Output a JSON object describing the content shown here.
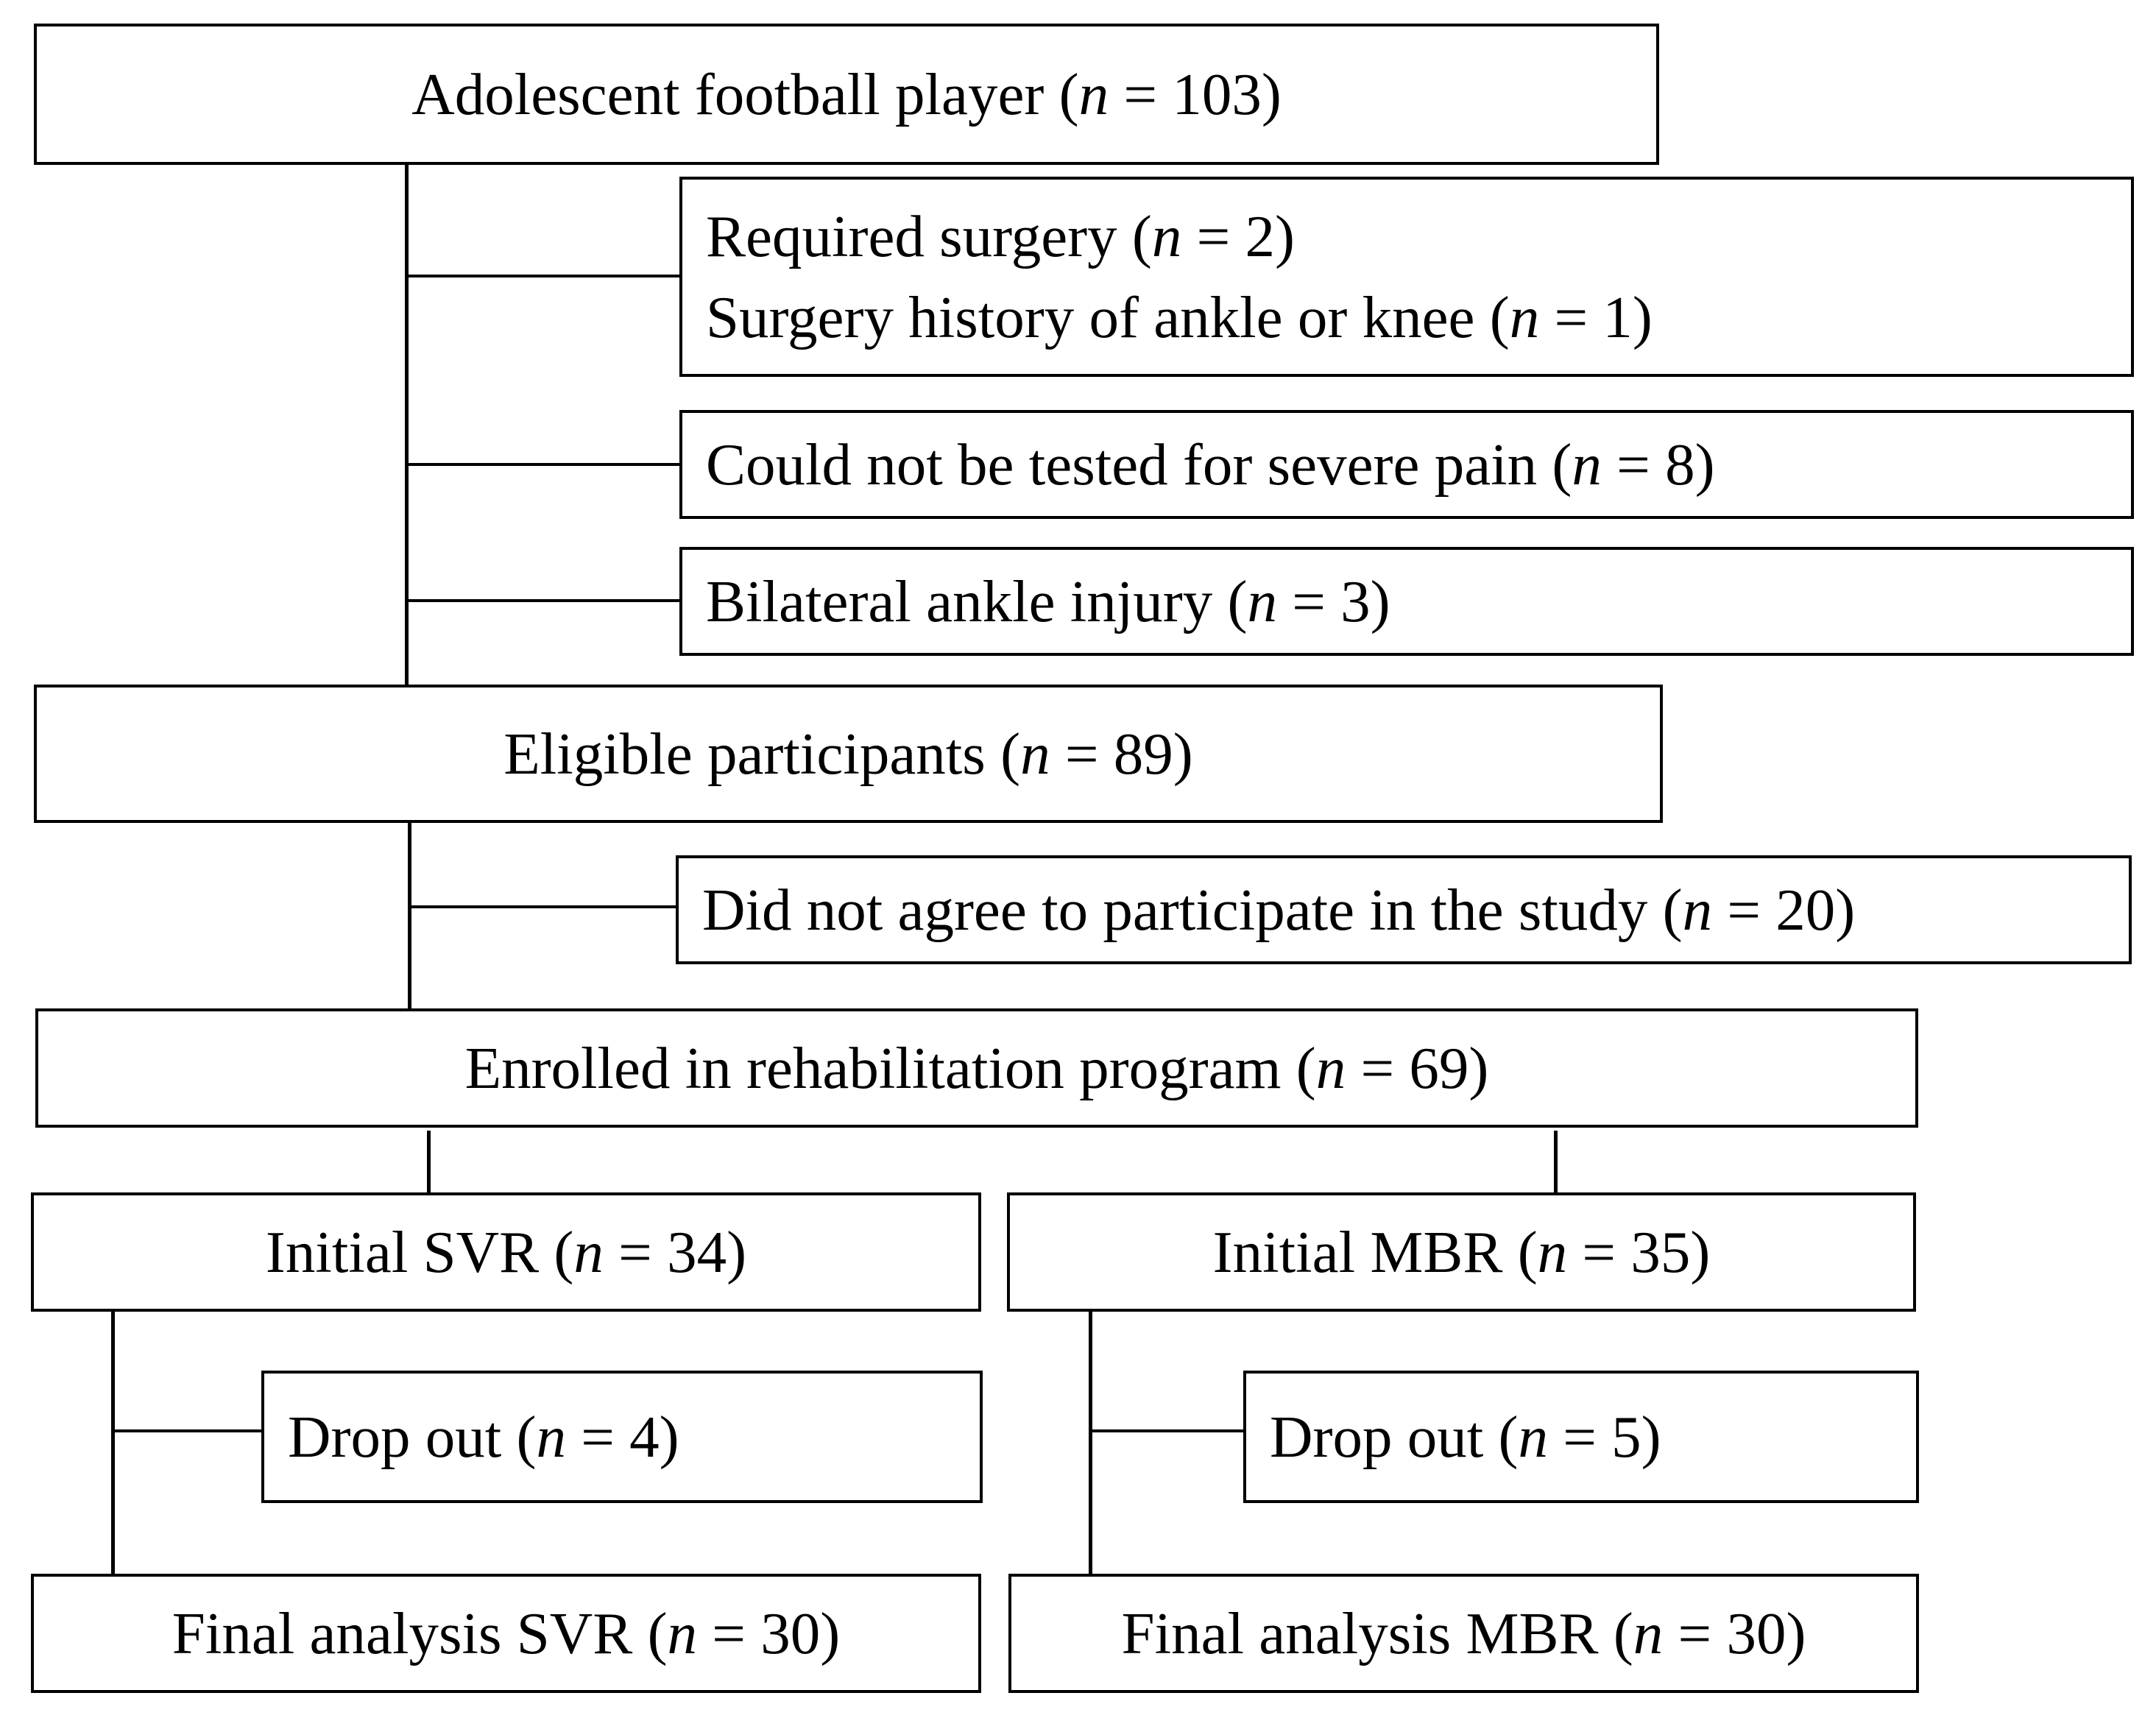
{
  "boxes": {
    "adolescent": {
      "label": "Adolescent football player (",
      "n": "n",
      "rest": " = 103)"
    },
    "surgery_line1": {
      "label": "Required surgery (",
      "n": "n",
      "rest": " = 2)"
    },
    "surgery_line2": {
      "label": "Surgery history of ankle or knee (",
      "n": "n",
      "rest": " = 1)"
    },
    "pain": {
      "label": "Could not be tested for severe pain (",
      "n": "n",
      "rest": " = 8)"
    },
    "bilateral": {
      "label": "Bilateral ankle injury (",
      "n": "n",
      "rest": " = 3)"
    },
    "eligible": {
      "label": "Eligible participants (",
      "n": "n",
      "rest": " = 89)"
    },
    "not_agree": {
      "label": "Did not agree to participate in the study (",
      "n": "n",
      "rest": " = 20)"
    },
    "enrolled": {
      "label": "Enrolled in rehabilitation program (",
      "n": "n",
      "rest": " = 69)"
    },
    "initial_svr": {
      "label": "Initial SVR (",
      "n": "n",
      "rest": " = 34)"
    },
    "initial_mbr": {
      "label": "Initial MBR (",
      "n": "n",
      "rest": " = 35)"
    },
    "drop_svr": {
      "label": "Drop out (",
      "n": "n",
      "rest": " = 4)"
    },
    "drop_mbr": {
      "label": "Drop out (",
      "n": "n",
      "rest": " = 5)"
    },
    "final_svr": {
      "label": "Final analysis SVR (",
      "n": "n",
      "rest": " = 30)"
    },
    "final_mbr": {
      "label": "Final analysis MBR (",
      "n": "n",
      "rest": " = 30)"
    }
  }
}
